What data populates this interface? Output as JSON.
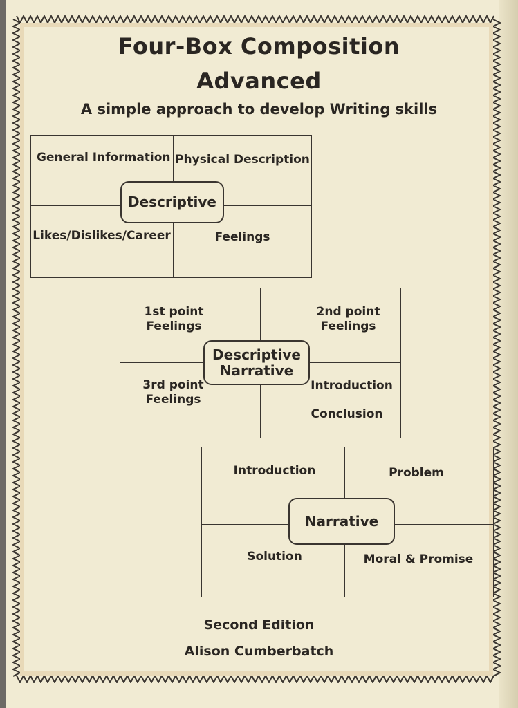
{
  "title_line1": "Four-Box Composition",
  "title_line2": "Advanced",
  "subtitle": "A simple approach to develop Writing skills",
  "descriptive": {
    "center": "Descriptive",
    "top_left": "General Information",
    "top_right": "Physical Description",
    "bottom_left": "Likes/Dislikes/Career",
    "bottom_right": "Feelings"
  },
  "descriptive_narrative": {
    "center_line1": "Descriptive",
    "center_line2": "Narrative",
    "top_left_line1": "1st point",
    "top_left_line2": "Feelings",
    "top_right_line1": "2nd point",
    "top_right_line2": "Feelings",
    "bottom_left_line1": "3rd point",
    "bottom_left_line2": "Feelings",
    "bottom_right_line1": "Introduction",
    "bottom_right_line2": "Conclusion"
  },
  "narrative": {
    "center": "Narrative",
    "top_left": "Introduction",
    "top_right": "Problem",
    "bottom_left": "Solution",
    "bottom_right": "Moral & Promise"
  },
  "edition": "Second Edition",
  "author": "Alison Cumberbatch"
}
